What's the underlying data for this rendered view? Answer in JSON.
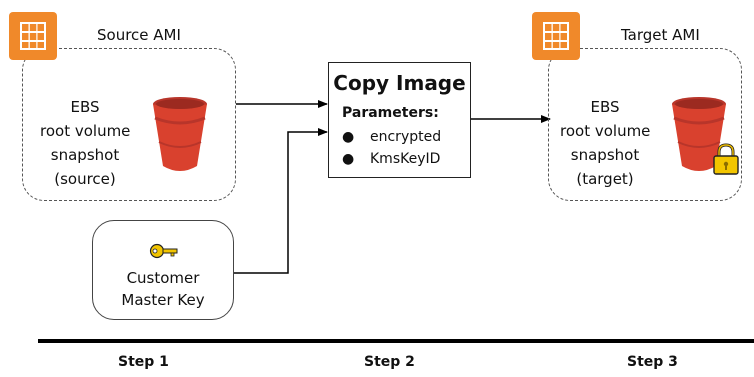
{
  "source": {
    "title": "Source AMI",
    "volume_line1": "EBS",
    "volume_line2": "root volume",
    "volume_line3": "snapshot",
    "volume_line4": "(source)"
  },
  "target": {
    "title": "Target AMI",
    "volume_line1": "EBS",
    "volume_line2": "root volume",
    "volume_line3": "snapshot",
    "volume_line4": "(target)"
  },
  "copy": {
    "title": "Copy Image",
    "params_label": "Parameters:",
    "params": [
      "encrypted",
      "KmsKeyID"
    ],
    "bullet": "●"
  },
  "key": {
    "line1": "Customer",
    "line2": "Master Key"
  },
  "steps": [
    "Step 1",
    "Step 2",
    "Step 3"
  ],
  "icons": {
    "ami": "ami-icon",
    "bucket": "bucket-icon",
    "key": "key-icon",
    "lock": "lock-icon"
  },
  "colors": {
    "ami_orange": "#f0892a",
    "bucket_red": "#d9412e",
    "key_gold": "#f2c500"
  }
}
